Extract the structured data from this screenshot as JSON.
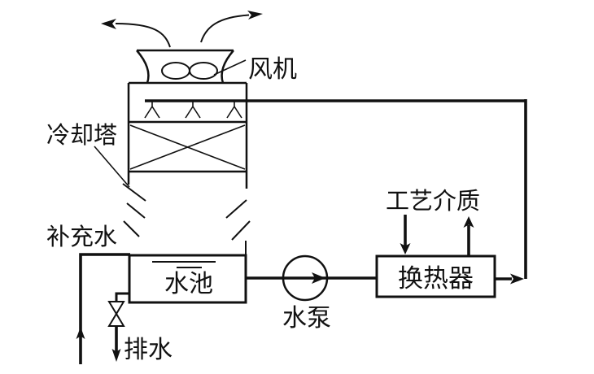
{
  "diagram": {
    "background": "#ffffff",
    "line_color": "#111111",
    "labels": {
      "fan": "风机",
      "cooling_tower": "冷却塔",
      "makeup_water": "补充水",
      "pool": "水池",
      "drain": "排水",
      "pump": "水泵",
      "heat_exchanger": "换热器",
      "process_medium": "工艺介质"
    }
  }
}
